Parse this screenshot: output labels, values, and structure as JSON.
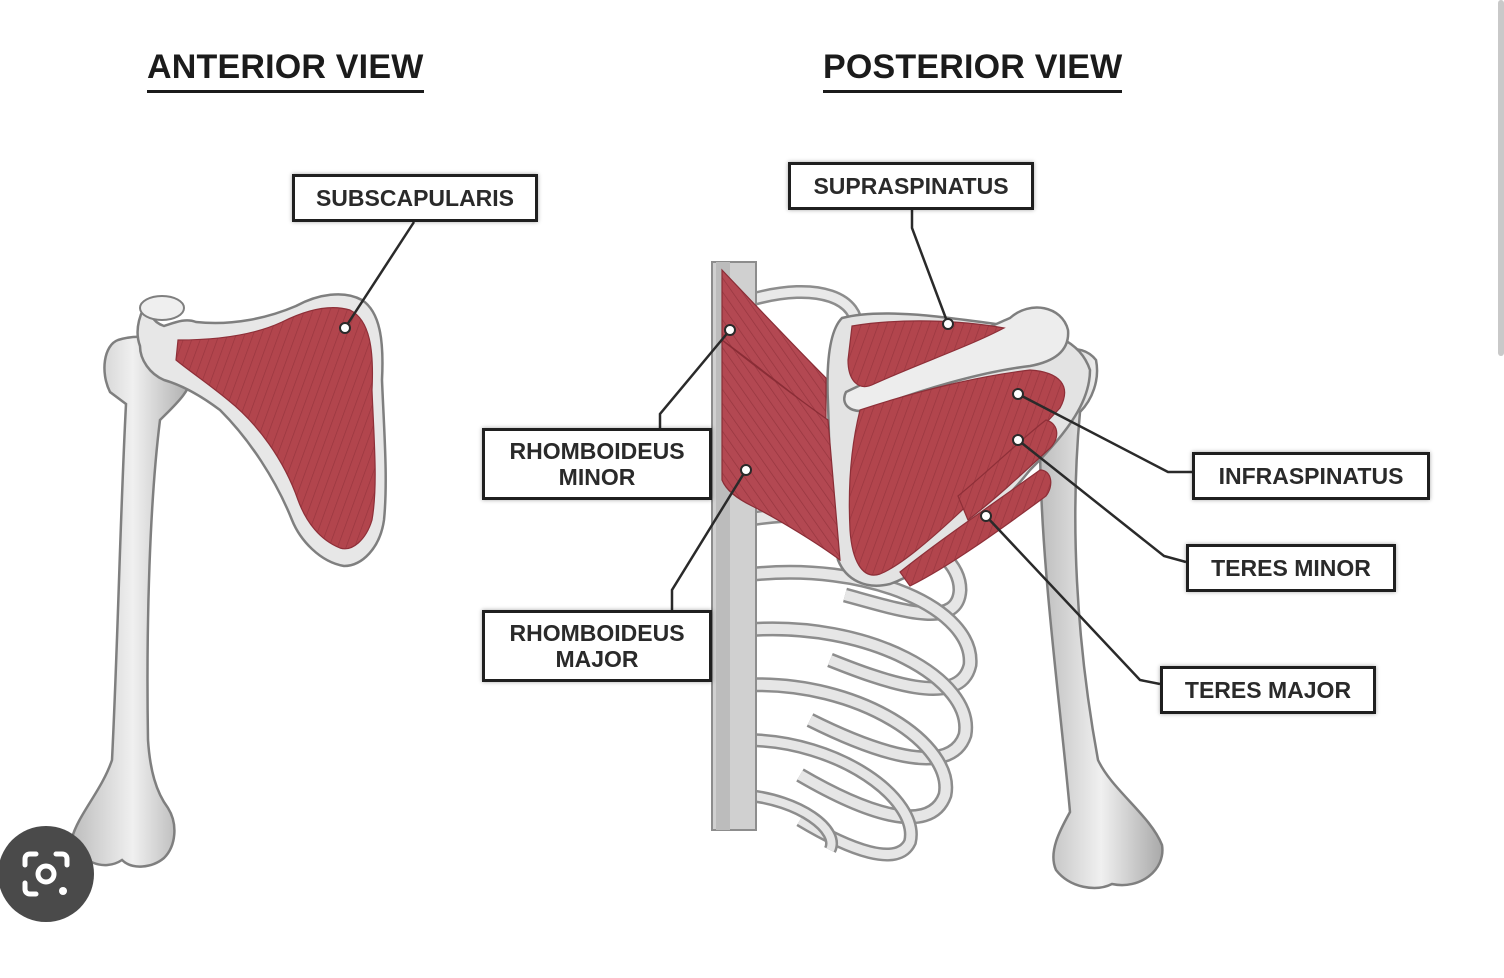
{
  "views": {
    "anterior": {
      "title": "ANTERIOR VIEW"
    },
    "posterior": {
      "title": "POSTERIOR VIEW"
    }
  },
  "labels": {
    "subscapularis": "SUBSCAPULARIS",
    "supraspinatus": "SUPRASPINATUS",
    "rhomboideus_minor": [
      "RHOMBOIDEUS",
      "MINOR"
    ],
    "rhomboideus_major": [
      "RHOMBOIDEUS",
      "MAJOR"
    ],
    "infraspinatus": "INFRASPINATUS",
    "teres_minor": "TERES MINOR",
    "teres_major": "TERES MAJOR"
  },
  "colors": {
    "muscle": "#b2454d",
    "muscle_dark": "#8e2f38",
    "bone": "#e6e6e6",
    "bone_edge": "#8a8a8a",
    "leader": "#2a2a2a"
  },
  "icons": {
    "lens_button": "visual-search-camera-icon"
  }
}
